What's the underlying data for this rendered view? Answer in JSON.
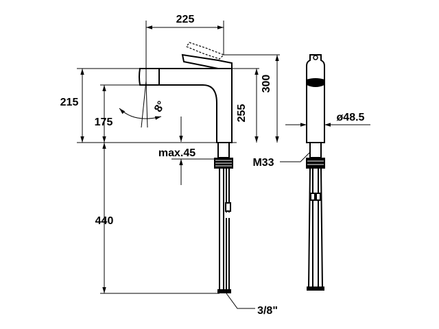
{
  "dimensions": {
    "spout_reach": "225",
    "total_height": "300",
    "spout_height": "215",
    "aerator_height": "175",
    "tilt_angle": "8°",
    "lever_height": "255",
    "body_diameter": "ø48.5",
    "max_deck": "max.45",
    "thread": "M33",
    "hose_length": "440",
    "connector": "3/8\""
  }
}
